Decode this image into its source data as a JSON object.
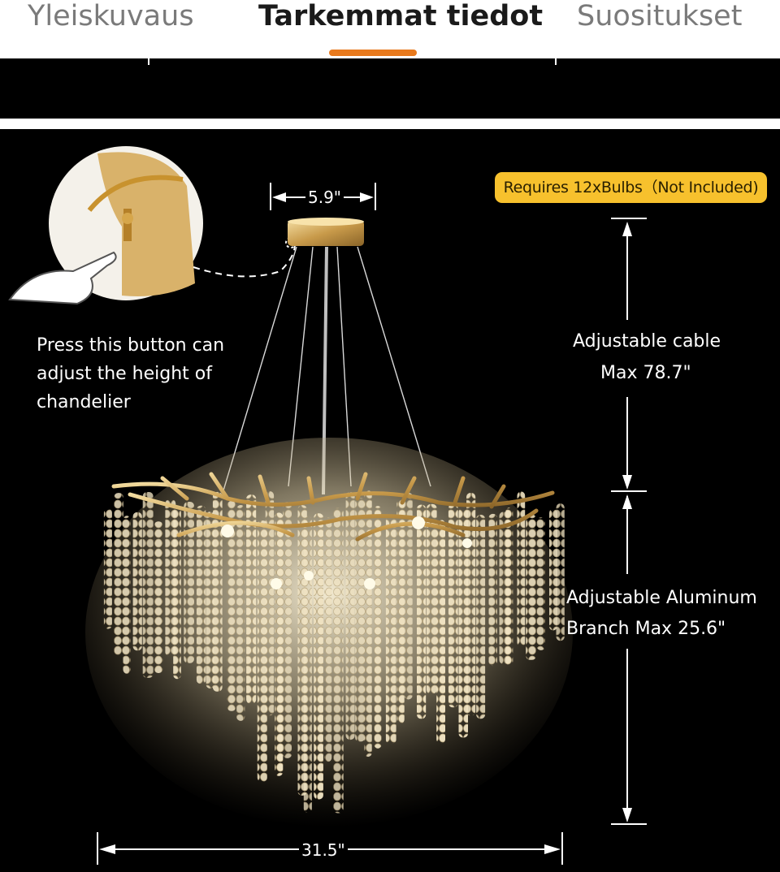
{
  "tabs": [
    {
      "label": "Yleiskuvaus",
      "active": false
    },
    {
      "label": "Tarkemmat tiedot",
      "active": true
    },
    {
      "label": "Suositukset",
      "active": false
    }
  ],
  "accent_color": "#e8791c",
  "product_image": {
    "badge": "Requires 12xBulbs（Not Included)",
    "canopy_width": "5.9\"",
    "total_width": "31.5\"",
    "press_note": [
      "Press this button can",
      "adjust the height of",
      "chandelier"
    ],
    "cable_note": [
      "Adjustable cable",
      "Max 78.7\""
    ],
    "branch_note": [
      "Adjustable Aluminum",
      "Branch Max 25.6\""
    ]
  }
}
